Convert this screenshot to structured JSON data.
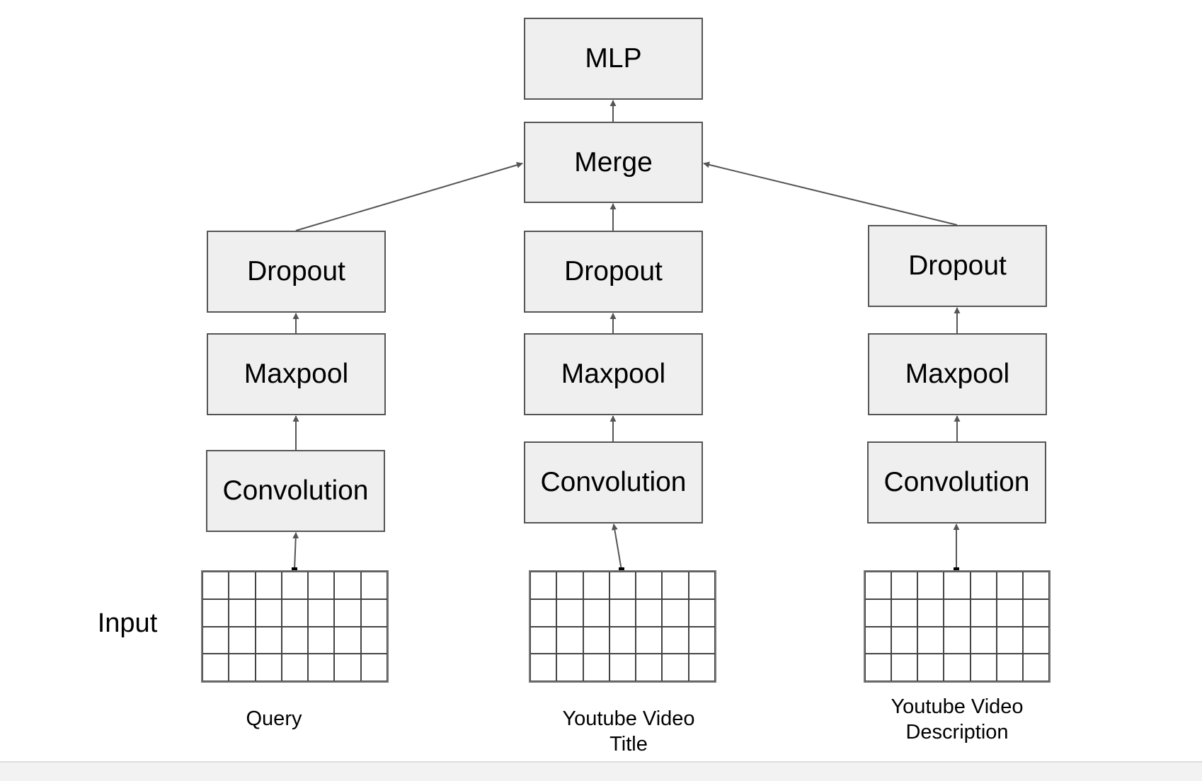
{
  "diagram": {
    "nodes": {
      "mlp": "MLP",
      "merge": "Merge",
      "dropout_query": "Dropout",
      "dropout_title": "Dropout",
      "dropout_description": "Dropout",
      "maxpool_query": "Maxpool",
      "maxpool_title": "Maxpool",
      "maxpool_description": "Maxpool",
      "convolution_query": "Convolution",
      "convolution_title": "Convolution",
      "convolution_description": "Convolution"
    },
    "input_label": "Input",
    "inputs": {
      "query": {
        "caption_line1": "Query",
        "caption_line2": ""
      },
      "title": {
        "caption_line1": "Youtube Video",
        "caption_line2": "Title"
      },
      "description": {
        "caption_line1": "Youtube Video",
        "caption_line2": "Description"
      }
    },
    "colors": {
      "box_fill": "#efefef",
      "box_border": "#555555",
      "arrow": "#555555",
      "grid_line": "#444444"
    }
  }
}
